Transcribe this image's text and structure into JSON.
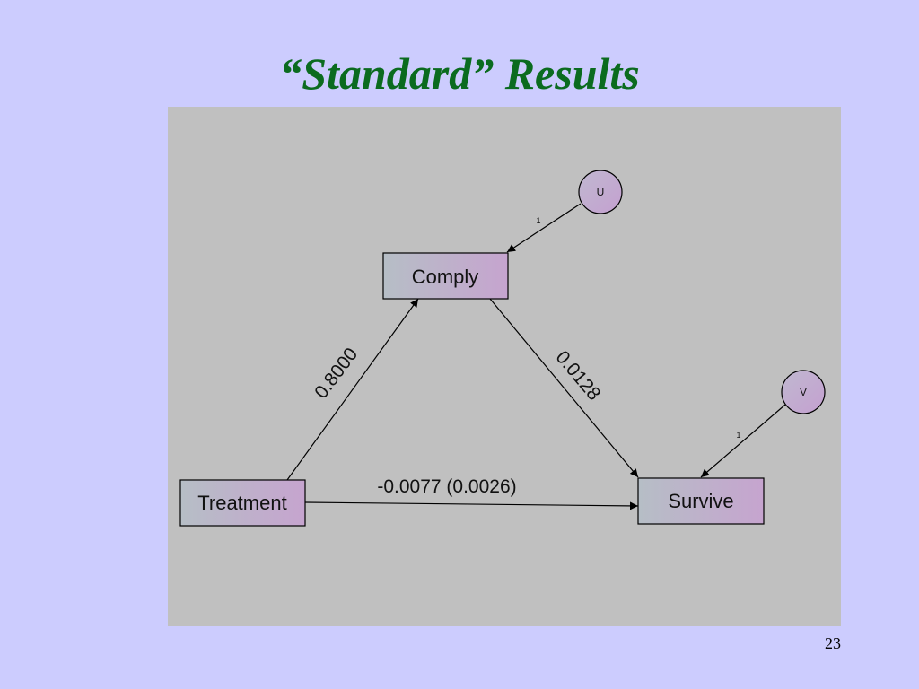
{
  "slide": {
    "title": "“Standard” Results",
    "page_number": "23"
  },
  "diagram": {
    "nodes": {
      "comply": "Comply",
      "treatment": "Treatment",
      "survive": "Survive",
      "u": "U",
      "v": "V"
    },
    "edges": {
      "treatment_comply": "0.8000",
      "comply_survive": "0.0128",
      "treatment_survive": "-0.0077 (0.0026)",
      "u_comply": "1",
      "v_survive": "1"
    }
  },
  "colors": {
    "background": "#ccccfe",
    "title": "#0b6b1f",
    "panel": "#c0c0c0",
    "node_gradient_start": "#b6bec6",
    "node_gradient_end": "#c6a4cf"
  }
}
